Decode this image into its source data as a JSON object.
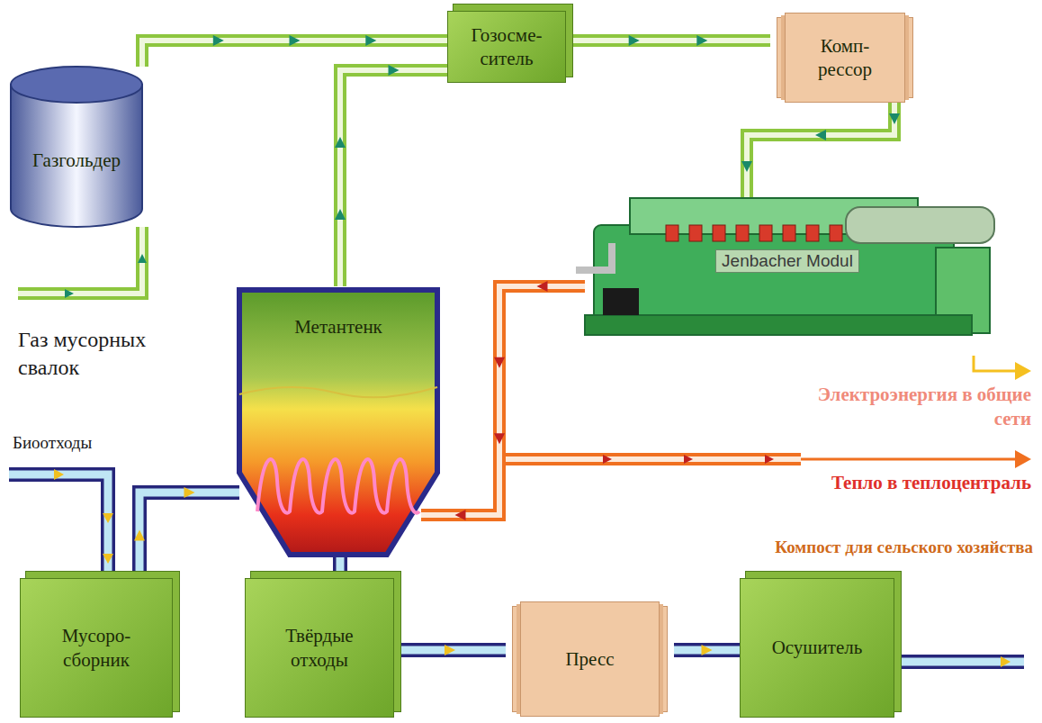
{
  "diagram": {
    "nodes": [
      {
        "text": [
          "Газгольдер"
        ]
      },
      {
        "text": [
          "Гозосме- ситель"
        ]
      },
      {
        "text": [
          "Комп- рессор"
        ]
      },
      {
        "text": [
          "Jenbacher Modul"
        ]
      },
      {
        "text": [
          "Метантенк"
        ]
      },
      {
        "text": [
          "Мусоро- сборник"
        ]
      },
      {
        "text": [
          "Твёрдые отходы"
        ]
      },
      {
        "text": [
          "Пресс"
        ]
      },
      {
        "text": [
          "Осушитель"
        ]
      }
    ],
    "edges": [
      {
        "from": 0,
        "to": 1,
        "arrow": "to"
      },
      {
        "from": 4,
        "to": 1,
        "arrow": "to"
      },
      {
        "from": 1,
        "to": 2,
        "arrow": "to"
      },
      {
        "from": 2,
        "to": 3,
        "arrow": "to"
      },
      {
        "from": 3,
        "to": 4,
        "arrow": "to"
      },
      {
        "from": 5,
        "to": 4,
        "arrow": "to"
      },
      {
        "from": 4,
        "to": 6,
        "arrow": "to"
      },
      {
        "from": 6,
        "to": 7,
        "arrow": "to"
      },
      {
        "from": 7,
        "to": 8,
        "arrow": "to"
      }
    ],
    "labels": [
      "Газ мусорных свалок",
      "Биоотходы",
      "Электроэнергия в общие сети",
      "Тепло в теплоцентраль",
      "Компост для сельского хозяйства"
    ]
  }
}
